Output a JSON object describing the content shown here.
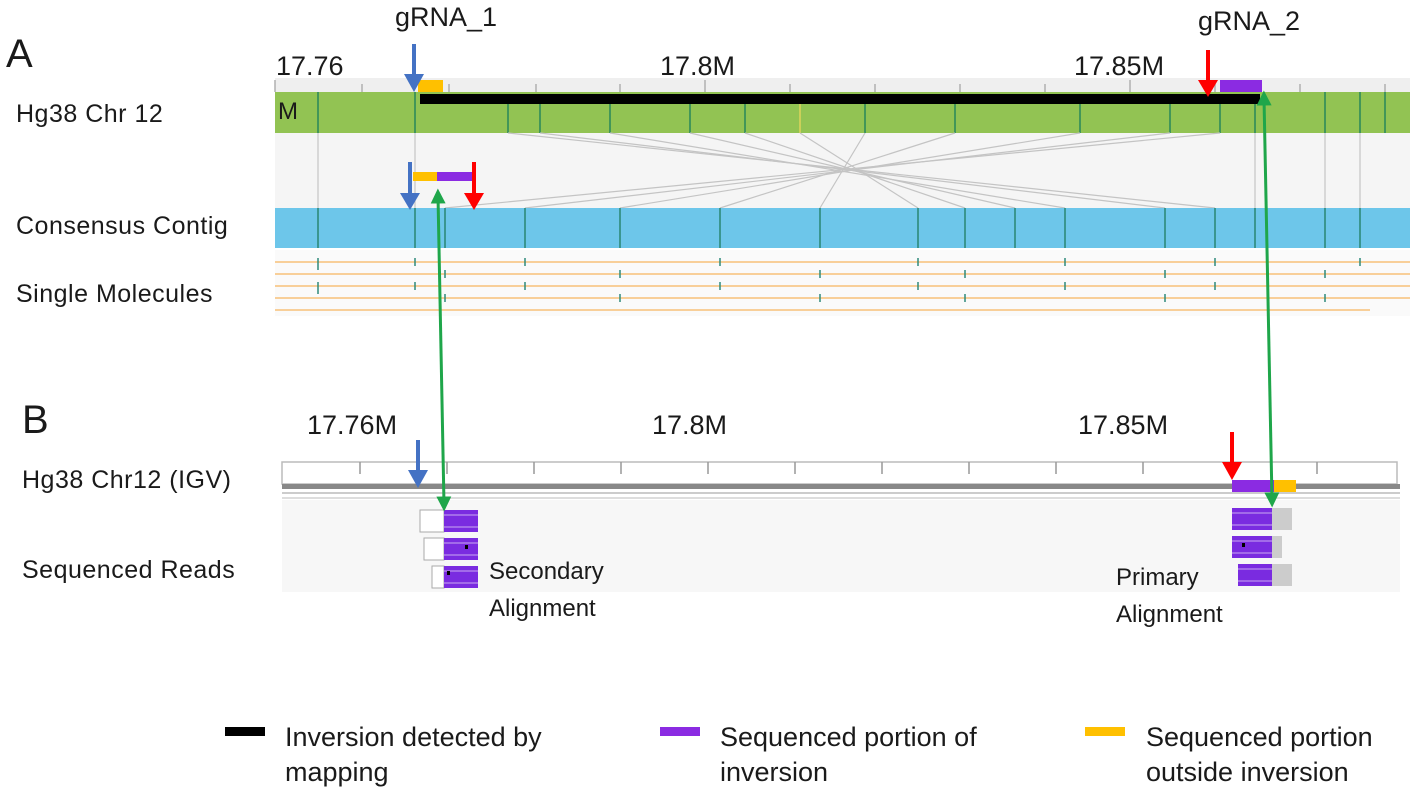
{
  "panel_a": {
    "letter": "A",
    "ticks": [
      "17.76",
      "17.8M",
      "17.85M"
    ],
    "grna1": "gRNA_1",
    "grna2": "gRNA_2",
    "map_letter": "M",
    "tracks": {
      "ref": "Hg38 Chr 12",
      "contig": "Consensus  Contig",
      "molecules": "Single Molecules"
    }
  },
  "panel_b": {
    "letter": "B",
    "ticks": [
      "17.76M",
      "17.8M",
      "17.85M"
    ],
    "tracks": {
      "ref": "Hg38 Chr12 (IGV)",
      "reads": "Sequenced  Reads"
    },
    "secondary": [
      "Secondary",
      "Alignment"
    ],
    "primary": [
      "Primary",
      "Alignment"
    ]
  },
  "legend": [
    {
      "label": "Inversion detected by mapping",
      "color": "#000000"
    },
    {
      "label": "Sequenced portion of inversion",
      "color": "#8B2BE2"
    },
    {
      "label": "Sequenced portion outside inversion",
      "color": "#FFC000"
    }
  ],
  "colors": {
    "map_green": "#92C353",
    "contig_blue": "#6DC6EA",
    "molecule_orange": "#F8CF99",
    "grna1_arrow": "#4472C4",
    "grna2_arrow": "#FF0000",
    "link_green": "#1FA64A",
    "purple": "#8B2BE2",
    "yellow": "#FFC000",
    "black": "#000000"
  }
}
